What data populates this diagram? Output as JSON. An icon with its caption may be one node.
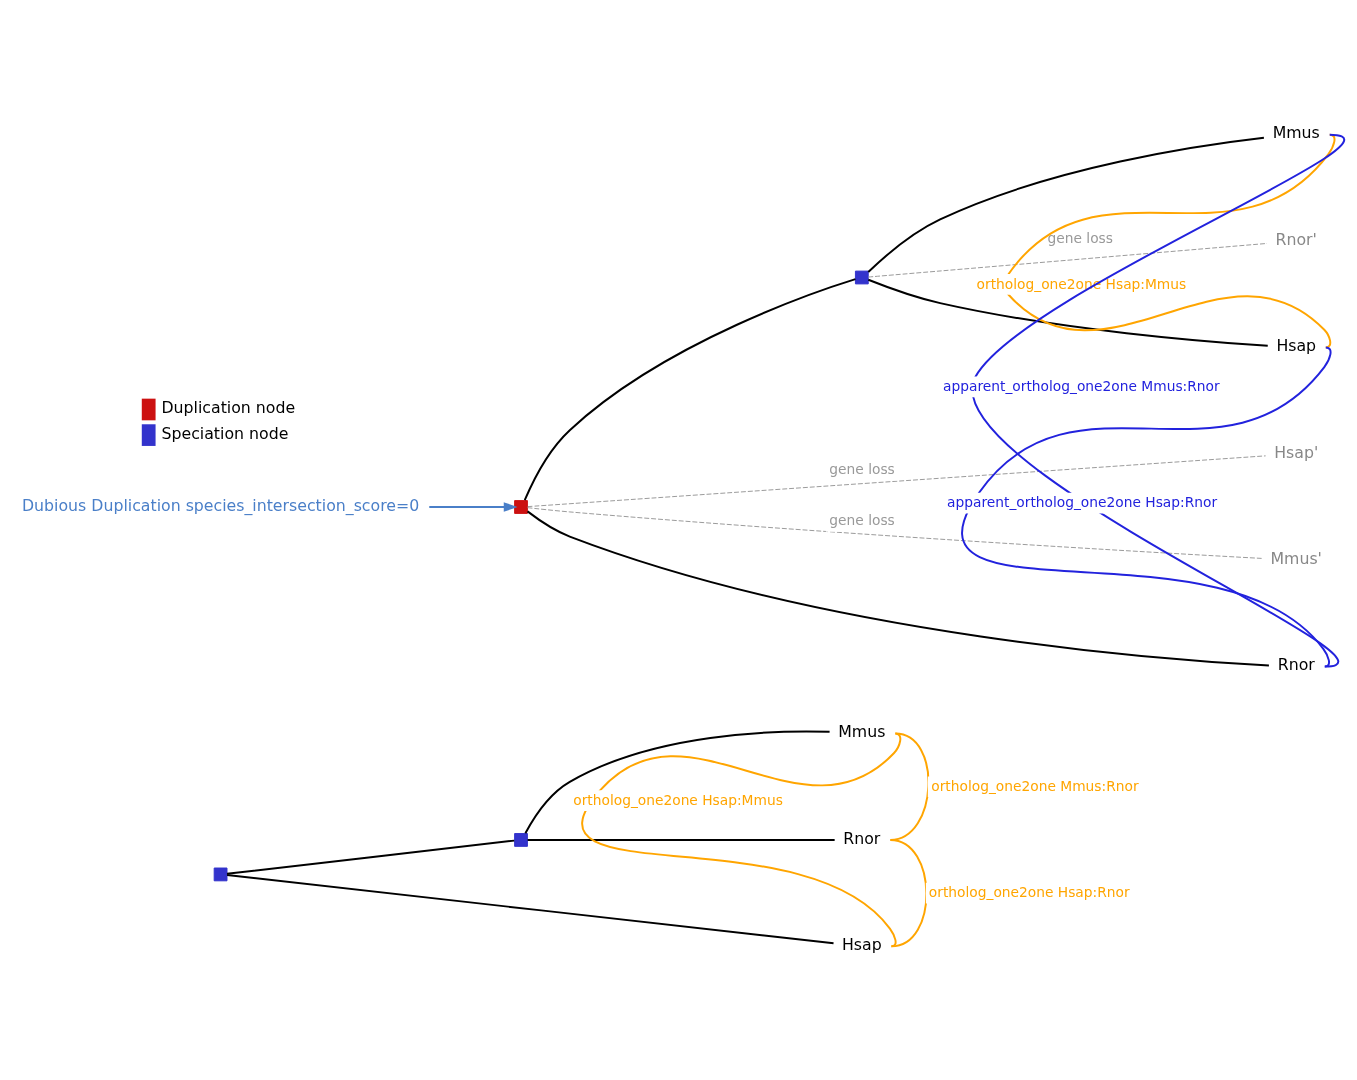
{
  "diagram": {
    "nodes": [
      {
        "text": [],
        "shape": "box"
      },
      {
        "text": [],
        "shape": "box"
      },
      {
        "text": [
          "Mmus"
        ]
      },
      {
        "text": [
          "Rnor"
        ]
      },
      {
        "text": [
          "Hsap"
        ]
      },
      {
        "text": [],
        "shape": "box"
      },
      {
        "text": [],
        "shape": "box"
      },
      {
        "text": [
          "Mmus"
        ]
      },
      {
        "text": [
          "Rnor'"
        ]
      },
      {
        "text": [
          "Hsap"
        ]
      },
      {
        "text": [
          "Hsap'"
        ]
      },
      {
        "text": [
          "Mmus'"
        ]
      },
      {
        "text": [
          "Rnor"
        ]
      },
      {
        "text": [
          "Dubious Duplication species_intersection_score=0"
        ]
      }
    ],
    "edges": [
      {
        "from": 0,
        "to": 1,
        "arrow": "none"
      },
      {
        "from": 0,
        "to": 4,
        "arrow": "none"
      },
      {
        "from": 1,
        "to": 2,
        "arrow": "none"
      },
      {
        "from": 1,
        "to": 3,
        "arrow": "none"
      },
      {
        "from": 2,
        "to": 3,
        "arrow": "none",
        "label": "ortholog_one2one Mmus:Rnor",
        "color": "#ffa500"
      },
      {
        "from": 4,
        "to": 2,
        "arrow": "none",
        "label": "ortholog_one2one Hsap:Mmus",
        "color": "#ffa500"
      },
      {
        "from": 4,
        "to": 3,
        "arrow": "none",
        "label": "ortholog_one2one Hsap:Rnor",
        "color": "#ffa500"
      },
      {
        "from": 5,
        "to": 6,
        "arrow": "none"
      },
      {
        "from": 5,
        "to": 12,
        "arrow": "none"
      },
      {
        "from": 6,
        "to": 7,
        "arrow": "none"
      },
      {
        "from": 6,
        "to": 8,
        "arrow": "none",
        "label": "gene loss",
        "style": "dashed",
        "color": "#999999"
      },
      {
        "from": 6,
        "to": 9,
        "arrow": "none"
      },
      {
        "from": 5,
        "to": 10,
        "arrow": "none",
        "label": "gene loss",
        "style": "dashed",
        "color": "#999999"
      },
      {
        "from": 5,
        "to": 11,
        "arrow": "none",
        "label": "gene loss",
        "style": "dashed",
        "color": "#999999"
      },
      {
        "from": 7,
        "to": 9,
        "arrow": "none",
        "label": "ortholog_one2one Hsap:Mmus",
        "color": "#ffa500"
      },
      {
        "from": 7,
        "to": 12,
        "arrow": "none",
        "label": "apparent_ortholog_one2one Mmus:Rnor",
        "color": "#2222dd"
      },
      {
        "from": 9,
        "to": 12,
        "arrow": "none",
        "label": "apparent_ortholog_one2one Hsap:Rnor",
        "color": "#2222dd"
      },
      {
        "from": 13,
        "to": 5,
        "arrow": "to",
        "color": "#4a7fc8"
      }
    ],
    "legend": [
      {
        "text": "Duplication node",
        "color": "#cc1111"
      },
      {
        "text": "Speciation node",
        "color": "#3333cc"
      }
    ]
  }
}
